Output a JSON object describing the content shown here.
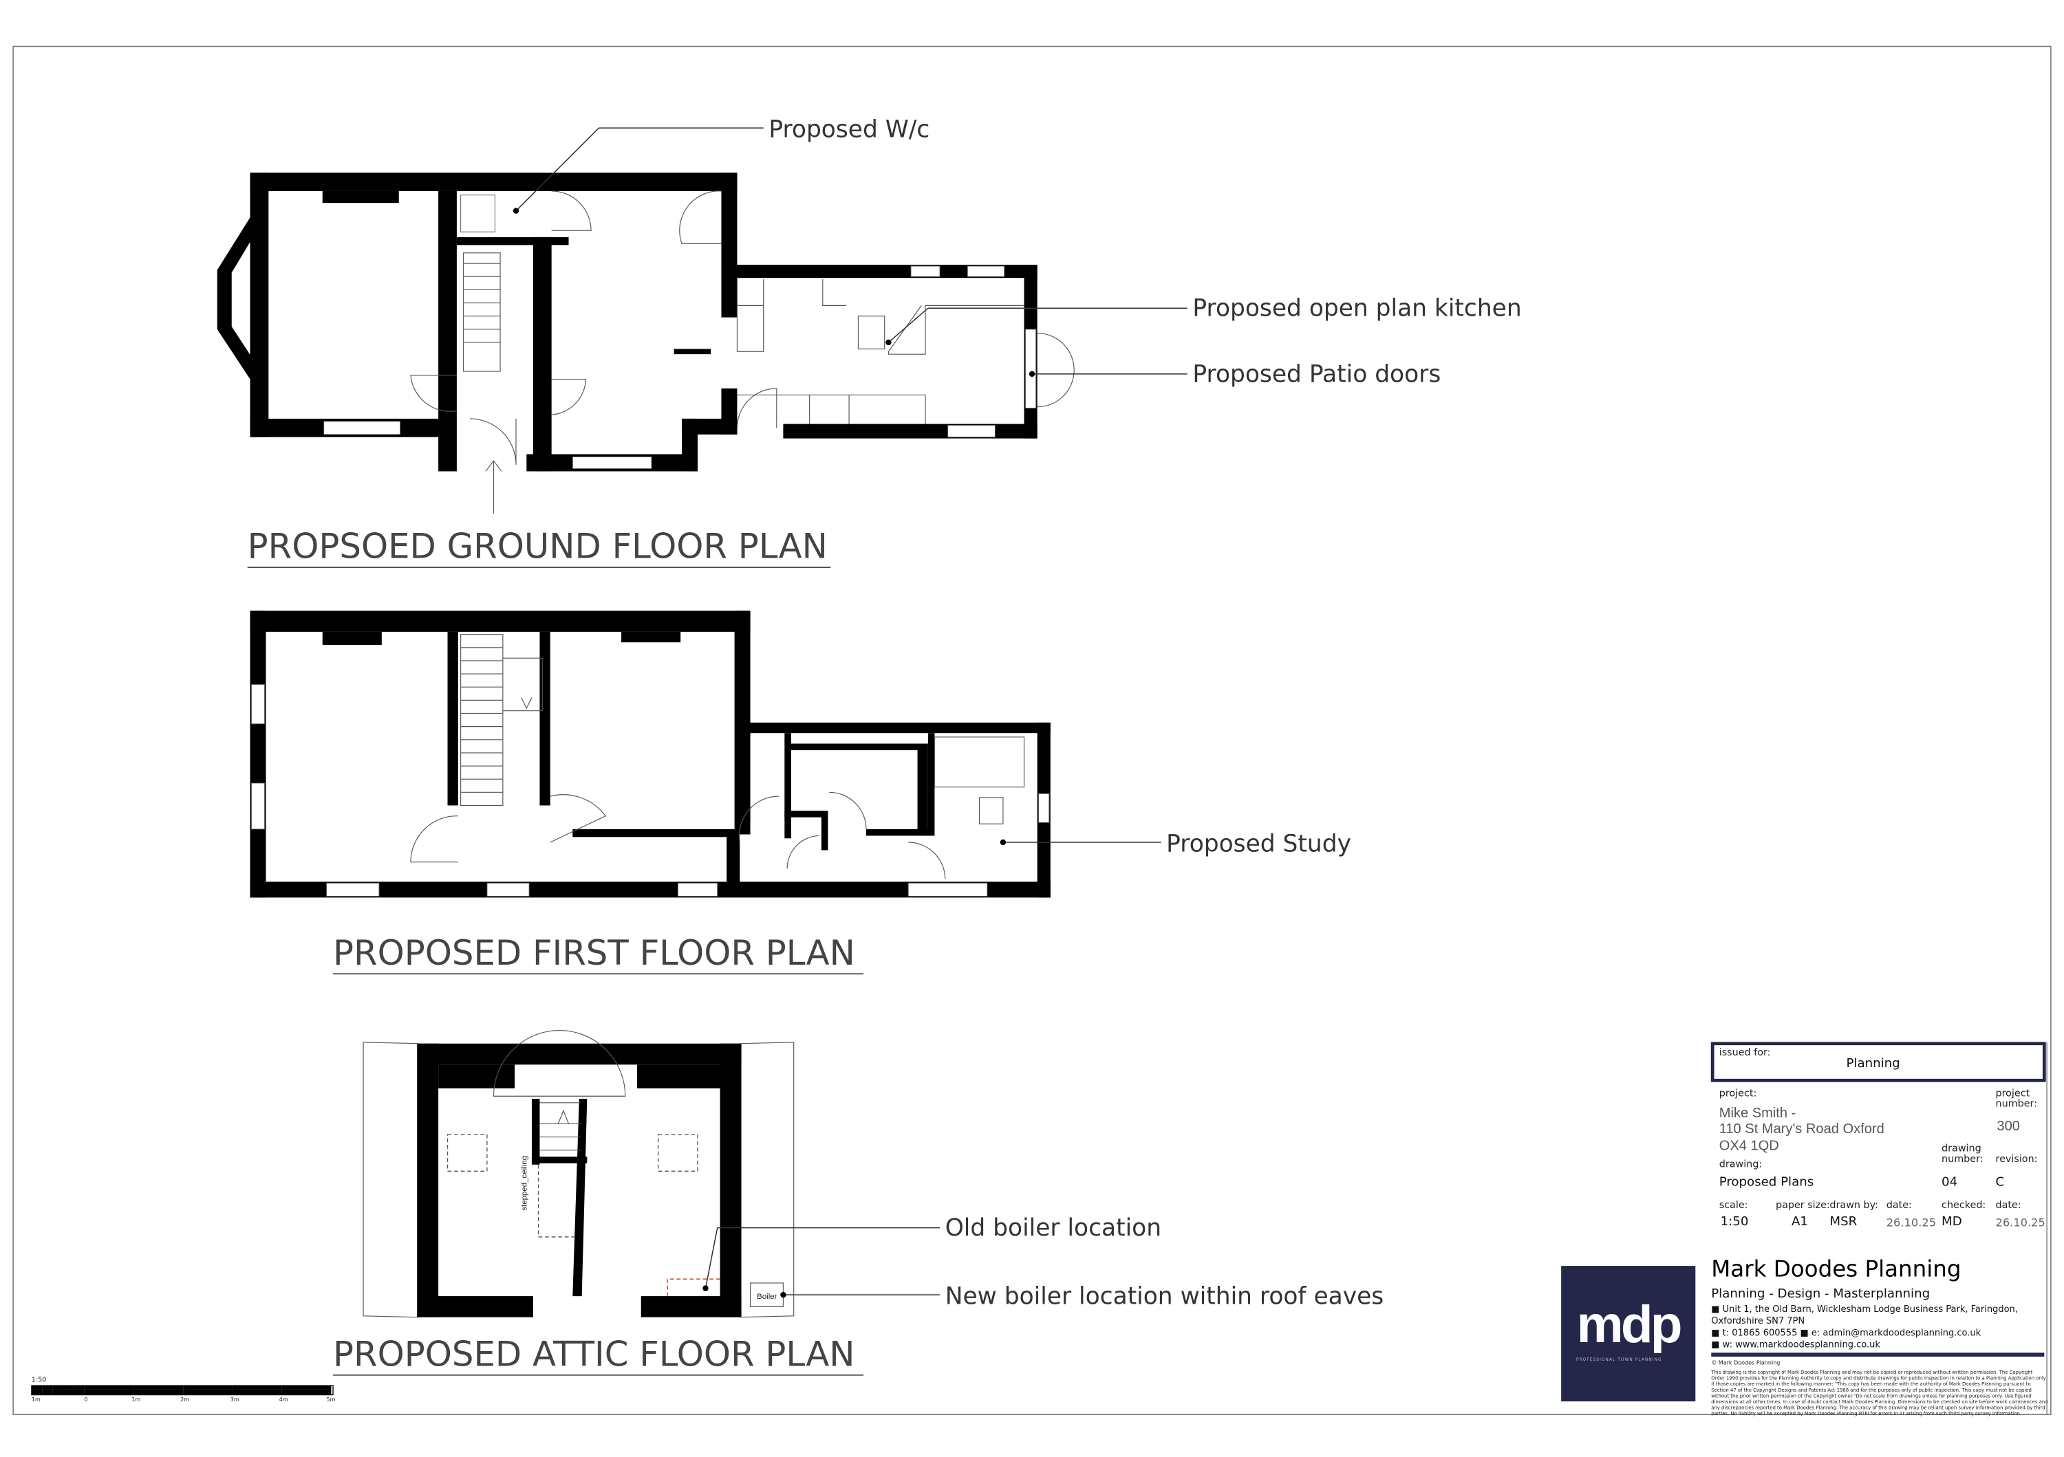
{
  "plans": {
    "ground": {
      "title": "PROPSOED GROUND FLOOR PLAN",
      "labels": [
        "Proposed W/c",
        "Proposed open plan kitchen",
        "Proposed Patio doors"
      ]
    },
    "first": {
      "title": "PROPOSED FIRST FLOOR PLAN",
      "labels": [
        "Proposed Study"
      ]
    },
    "attic": {
      "title": "PROPOSED ATTIC FLOOR PLAN",
      "labels": [
        "Old boiler location",
        "New boiler location within roof eaves"
      ],
      "annotations": {
        "stepped_ceiling": "stepped_ceiling",
        "boiler": "Boiler"
      }
    }
  },
  "scale_bar": {
    "scale": "1:50",
    "ticks": [
      "1m",
      "0",
      "1m",
      "2m",
      "3m",
      "4m",
      "5m"
    ]
  },
  "title_block": {
    "issued_for_label": "issued for:",
    "issued_for": "Planning",
    "project_label": "project:",
    "project_lines": [
      "Mike Smith -",
      "110 St Mary's Road Oxford",
      "OX4 1QD"
    ],
    "project_number_label": [
      "project",
      "number:"
    ],
    "project_number": "300",
    "drawing_label": "drawing:",
    "drawing": "Proposed Plans",
    "drawing_number_label": [
      "drawing",
      "number:"
    ],
    "drawing_number": "04",
    "revision_label": "revision:",
    "revision": "C",
    "scale_label": "scale:",
    "scale": "1:50",
    "paper_size_label": "paper size:",
    "paper_size": "A1",
    "drawn_by_label": "drawn by:",
    "drawn_by": "MSR",
    "date_label": "date:",
    "date": "26.10.25",
    "checked_label": "checked:",
    "checked": "MD",
    "checked_date_label": "date:",
    "checked_date": "26.10.25"
  },
  "company": {
    "logo_text": "mdp",
    "logo_tagline": "PROFESSIONAL TOWN PLANNING",
    "name": "Mark Doodes Planning",
    "tagline": "Planning - Design - Masterplanning",
    "address_lines": [
      "■ Unit 1, the Old Barn, Wicklesham Lodge Business Park, Faringdon,",
      "Oxfordshire SN7 7PN"
    ],
    "contact": "■ t: 01865 600555 ■ e: admin@markdoodesplanning.co.uk",
    "web": "■ w: www.markdoodesplanning.co.uk",
    "copyright": "© Mark Doodes Planning",
    "disclaimer_lines": [
      "This drawing is the copyright of Mark Doodes Planning and may not be copied or reproduced without written permission. The Copyright",
      "Order 1990 provides for the Planning Authority to copy and distribute drawings for public inspection in relation to a Planning Application only",
      "if those copies are marked in the following manner: \"This copy has been made with the authority of Mark Doodes Planning pursuant to",
      "Section 47 of the Copyright Designs and Patents Act 1988 and for the purposes only of public inspection. This copy must not be copied",
      "without the prior written permission of the Copyright owner.\"Do not scale from drawings unless for planning purposes only. Use figured",
      "dimensions at all other times. In case of doubt contact Mark Doodes Planning. Dimensions to be checked on site before work commences and",
      "any discrepancies reported to Mark Doodes Planning. The accuracy of this drawing may be reliant upon survey information provided by third",
      "parties. No liability will be accepted by Mark Doodes Planning RTPI for errors in or arising from such third party survey information"
    ]
  },
  "colors": {
    "brand_navy": "#24274a",
    "wall": "#000000",
    "old_boiler_outline": "#c0392b"
  }
}
